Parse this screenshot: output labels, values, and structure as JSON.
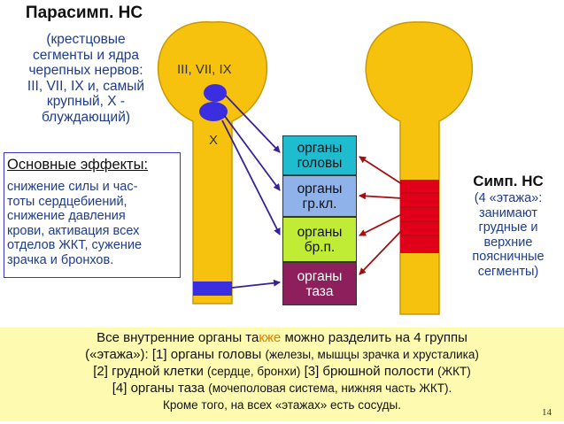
{
  "left": {
    "title": "Парасимп. НС",
    "desc_lines": [
      "(крестцовые",
      "сегменты и ядра",
      "черепных нервов:",
      "III, VII, IX и, самый",
      "крупный, X -",
      "блуждающий)"
    ]
  },
  "nerve_labels": {
    "cranial": "III, VII, IX",
    "vagus": "X"
  },
  "effects": {
    "heading": "Основные эффекты:",
    "lines": [
      "снижение силы и час-",
      "тоты сердцебиений,",
      "снижение давления",
      "крови, активация всех",
      "отделов ЖКТ, сужение",
      "зрачка и бронхов."
    ]
  },
  "right": {
    "title": "Симп. НС",
    "desc_lines": [
      "(4 «этажа»:",
      "занимают",
      "грудные и",
      "верхние",
      "поясничные",
      "сегменты)"
    ]
  },
  "organs": [
    {
      "line1": "органы",
      "line2": "головы",
      "color": "#1fbcd0",
      "text_color": "#111111"
    },
    {
      "line1": "органы",
      "line2": "гр.кл.",
      "color": "#8fb2ea",
      "text_color": "#111111"
    },
    {
      "line1": "органы",
      "line2": "бр.п.",
      "color": "#c0ec36",
      "text_color": "#111111"
    },
    {
      "line1": "органы",
      "line2": "таза",
      "color": "#8c1f5c",
      "text_color": "#ffffff"
    }
  ],
  "bottom": {
    "l1_a": "Все внутренние органы та",
    "l1_hl": "кже",
    "l1_b": " можно разделить на 4 группы",
    "l2_a": "(«этажа»): [1] органы головы ",
    "l2_b": "(железы, мышцы зрачка и хрусталика)",
    "l3_a": "[2] грудной клетки ",
    "l3_b": "(сердце, бронхи)",
    "l3_c": " [3] брюшной полости ",
    "l3_d": "(ЖКТ)",
    "l4_a": "[4] органы таза ",
    "l4_b": "(мочеполовая система, нижняя часть ЖКТ).",
    "l5": "Кроме того, на всех «этажах» есть сосуды."
  },
  "page_number": "14",
  "colors": {
    "spinal_cord": "#f7c20d",
    "cord_outline": "#c89a00",
    "parasympathetic_nuclei": "#3a2ee0",
    "sympathetic_segments": "#e0001a",
    "parasympathetic_arrows": "#3a2098",
    "sympathetic_arrows": "#a01010"
  }
}
